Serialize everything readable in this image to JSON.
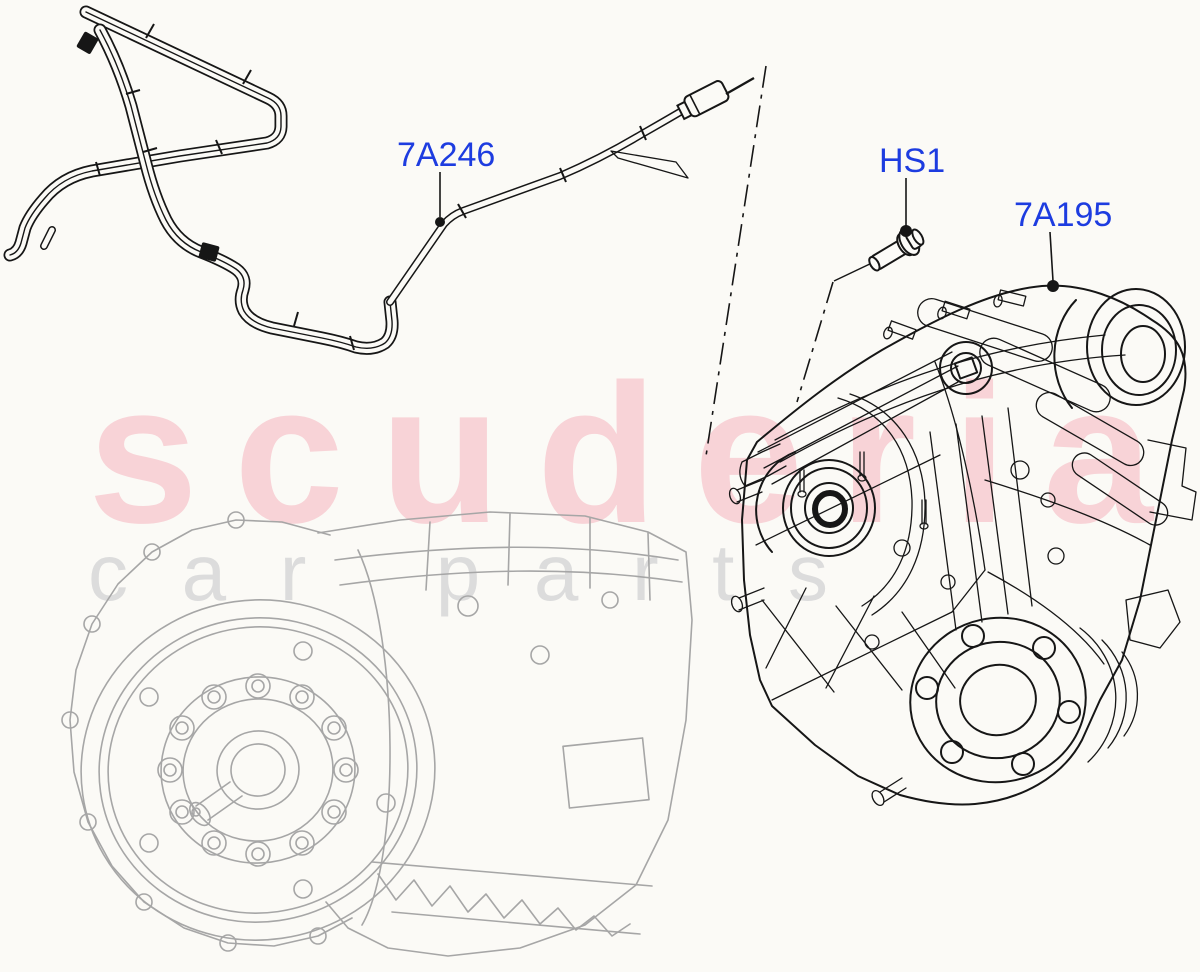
{
  "diagram": {
    "watermark": {
      "primary": "scuderia",
      "secondary": "car parts",
      "primary_color": "#f8d3d7",
      "secondary_color": "#dcdcdc"
    },
    "labels": [
      {
        "code": "7A246"
      },
      {
        "code": "HS1"
      },
      {
        "code": "7A195"
      }
    ],
    "label_color": "#1d3ce0",
    "line_color": "#161616",
    "secondary_line_color": "#a6a6a6",
    "background": "#fbfaf6"
  }
}
